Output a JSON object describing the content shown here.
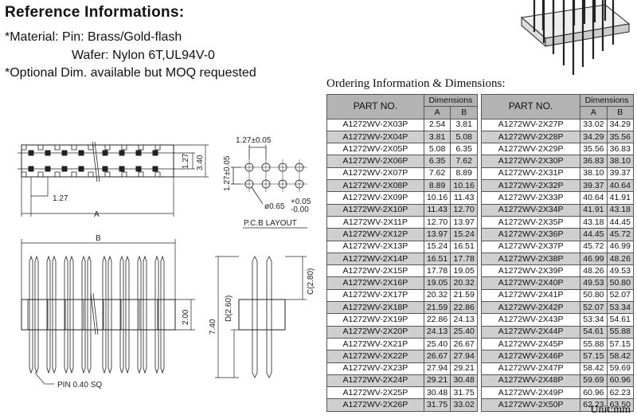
{
  "header": {
    "title": "Reference Informations:",
    "material_line1": "*Material: Pin: Brass/Gold-flash",
    "material_line2": "Wafer: Nylon 6T,UL94V-0",
    "optional_line": "*Optional Dim. available but MOQ requested"
  },
  "ordering": {
    "title": "Ordering Information & Dimensions:",
    "unit": "Unit:mm",
    "col_part": "PART NO.",
    "col_dimensions": "Dimensions",
    "col_a": "A",
    "col_b": "B",
    "left_rows": [
      [
        "A1272WV-2X03P",
        "2.54",
        "3.81"
      ],
      [
        "A1272WV-2X04P",
        "3.81",
        "5.08"
      ],
      [
        "A1272WV-2X05P",
        "5.08",
        "6.35"
      ],
      [
        "A1272WV-2X06P",
        "6.35",
        "7.62"
      ],
      [
        "A1272WV-2X07P",
        "7.62",
        "8.89"
      ],
      [
        "A1272WV-2X08P",
        "8.89",
        "10.16"
      ],
      [
        "A1272WV-2X09P",
        "10.16",
        "11.43"
      ],
      [
        "A1272WV-2X10P",
        "11.43",
        "12.70"
      ],
      [
        "A1272WV-2X11P",
        "12.70",
        "13.97"
      ],
      [
        "A1272WV-2X12P",
        "13.97",
        "15.24"
      ],
      [
        "A1272WV-2X13P",
        "15.24",
        "16.51"
      ],
      [
        "A1272WV-2X14P",
        "16.51",
        "17.78"
      ],
      [
        "A1272WV-2X15P",
        "17.78",
        "19.05"
      ],
      [
        "A1272WV-2X16P",
        "19.05",
        "20.32"
      ],
      [
        "A1272WV-2X17P",
        "20.32",
        "21.59"
      ],
      [
        "A1272WV-2X18P",
        "21.59",
        "22.86"
      ],
      [
        "A1272WV-2X19P",
        "22.86",
        "24.13"
      ],
      [
        "A1272WV-2X20P",
        "24.13",
        "25.40"
      ],
      [
        "A1272WV-2X21P",
        "25.40",
        "26.67"
      ],
      [
        "A1272WV-2X22P",
        "26.67",
        "27.94"
      ],
      [
        "A1272WV-2X23P",
        "27.94",
        "29.21"
      ],
      [
        "A1272WV-2X24P",
        "29.21",
        "30.48"
      ],
      [
        "A1272WV-2X25P",
        "30.48",
        "31.75"
      ],
      [
        "A1272WV-2X26P",
        "31.75",
        "33.02"
      ]
    ],
    "right_rows": [
      [
        "A1272WV-2X27P",
        "33.02",
        "34.29"
      ],
      [
        "A1272WV-2X28P",
        "34.29",
        "35.56"
      ],
      [
        "A1272WV-2X29P",
        "35.56",
        "36.83"
      ],
      [
        "A1272WV-2X30P",
        "36.83",
        "38.10"
      ],
      [
        "A1272WV-2X31P",
        "38.10",
        "39.37"
      ],
      [
        "A1272WV-2X32P",
        "39.37",
        "40.64"
      ],
      [
        "A1272WV-2X33P",
        "40.64",
        "41.91"
      ],
      [
        "A1272WV-2X34P",
        "41.91",
        "43.18"
      ],
      [
        "A1272WV-2X35P",
        "43.18",
        "44.45"
      ],
      [
        "A1272WV-2X36P",
        "44.45",
        "45.72"
      ],
      [
        "A1272WV-2X37P",
        "45.72",
        "46.99"
      ],
      [
        "A1272WV-2X38P",
        "46.99",
        "48.26"
      ],
      [
        "A1272WV-2X39P",
        "48.26",
        "49.53"
      ],
      [
        "A1272WV-2X40P",
        "49.53",
        "50.80"
      ],
      [
        "A1272WV-2X41P",
        "50.80",
        "52.07"
      ],
      [
        "A1272WV-2X42P",
        "52.07",
        "53.34"
      ],
      [
        "A1272WV-2X43P",
        "53.34",
        "54.61"
      ],
      [
        "A1272WV-2X44P",
        "54.61",
        "55.88"
      ],
      [
        "A1272WV-2X45P",
        "55.88",
        "57.15"
      ],
      [
        "A1272WV-2X46P",
        "57.15",
        "58.42"
      ],
      [
        "A1272WV-2X47P",
        "58.42",
        "59.69"
      ],
      [
        "A1272WV-2X48P",
        "59.69",
        "60.96"
      ],
      [
        "A1272WV-2X49P",
        "60.96",
        "62.23"
      ],
      [
        "A1272WV-2X50P",
        "62.23",
        "63.50"
      ]
    ]
  },
  "drawing": {
    "dim_127_pitch": "1.27",
    "dim_a": "A",
    "dim_b": "B",
    "dim_127_row": "1.27",
    "dim_340": "3.40",
    "dim_200": "2.00",
    "dim_740": "7.40",
    "dim_d": "D(2.60)",
    "dim_c": "C(2.80)",
    "pin_label": "PIN 0.40 SQ",
    "pcb_pitch_h": "1.27±0.05",
    "pcb_pitch_v": "1.27±0.05",
    "pcb_hole": "ø0.65",
    "pcb_hole_tol_plus": "+0.05",
    "pcb_hole_tol_minus": "-0.00",
    "pcb_layout_label": "P.C.B LAYOUT"
  }
}
